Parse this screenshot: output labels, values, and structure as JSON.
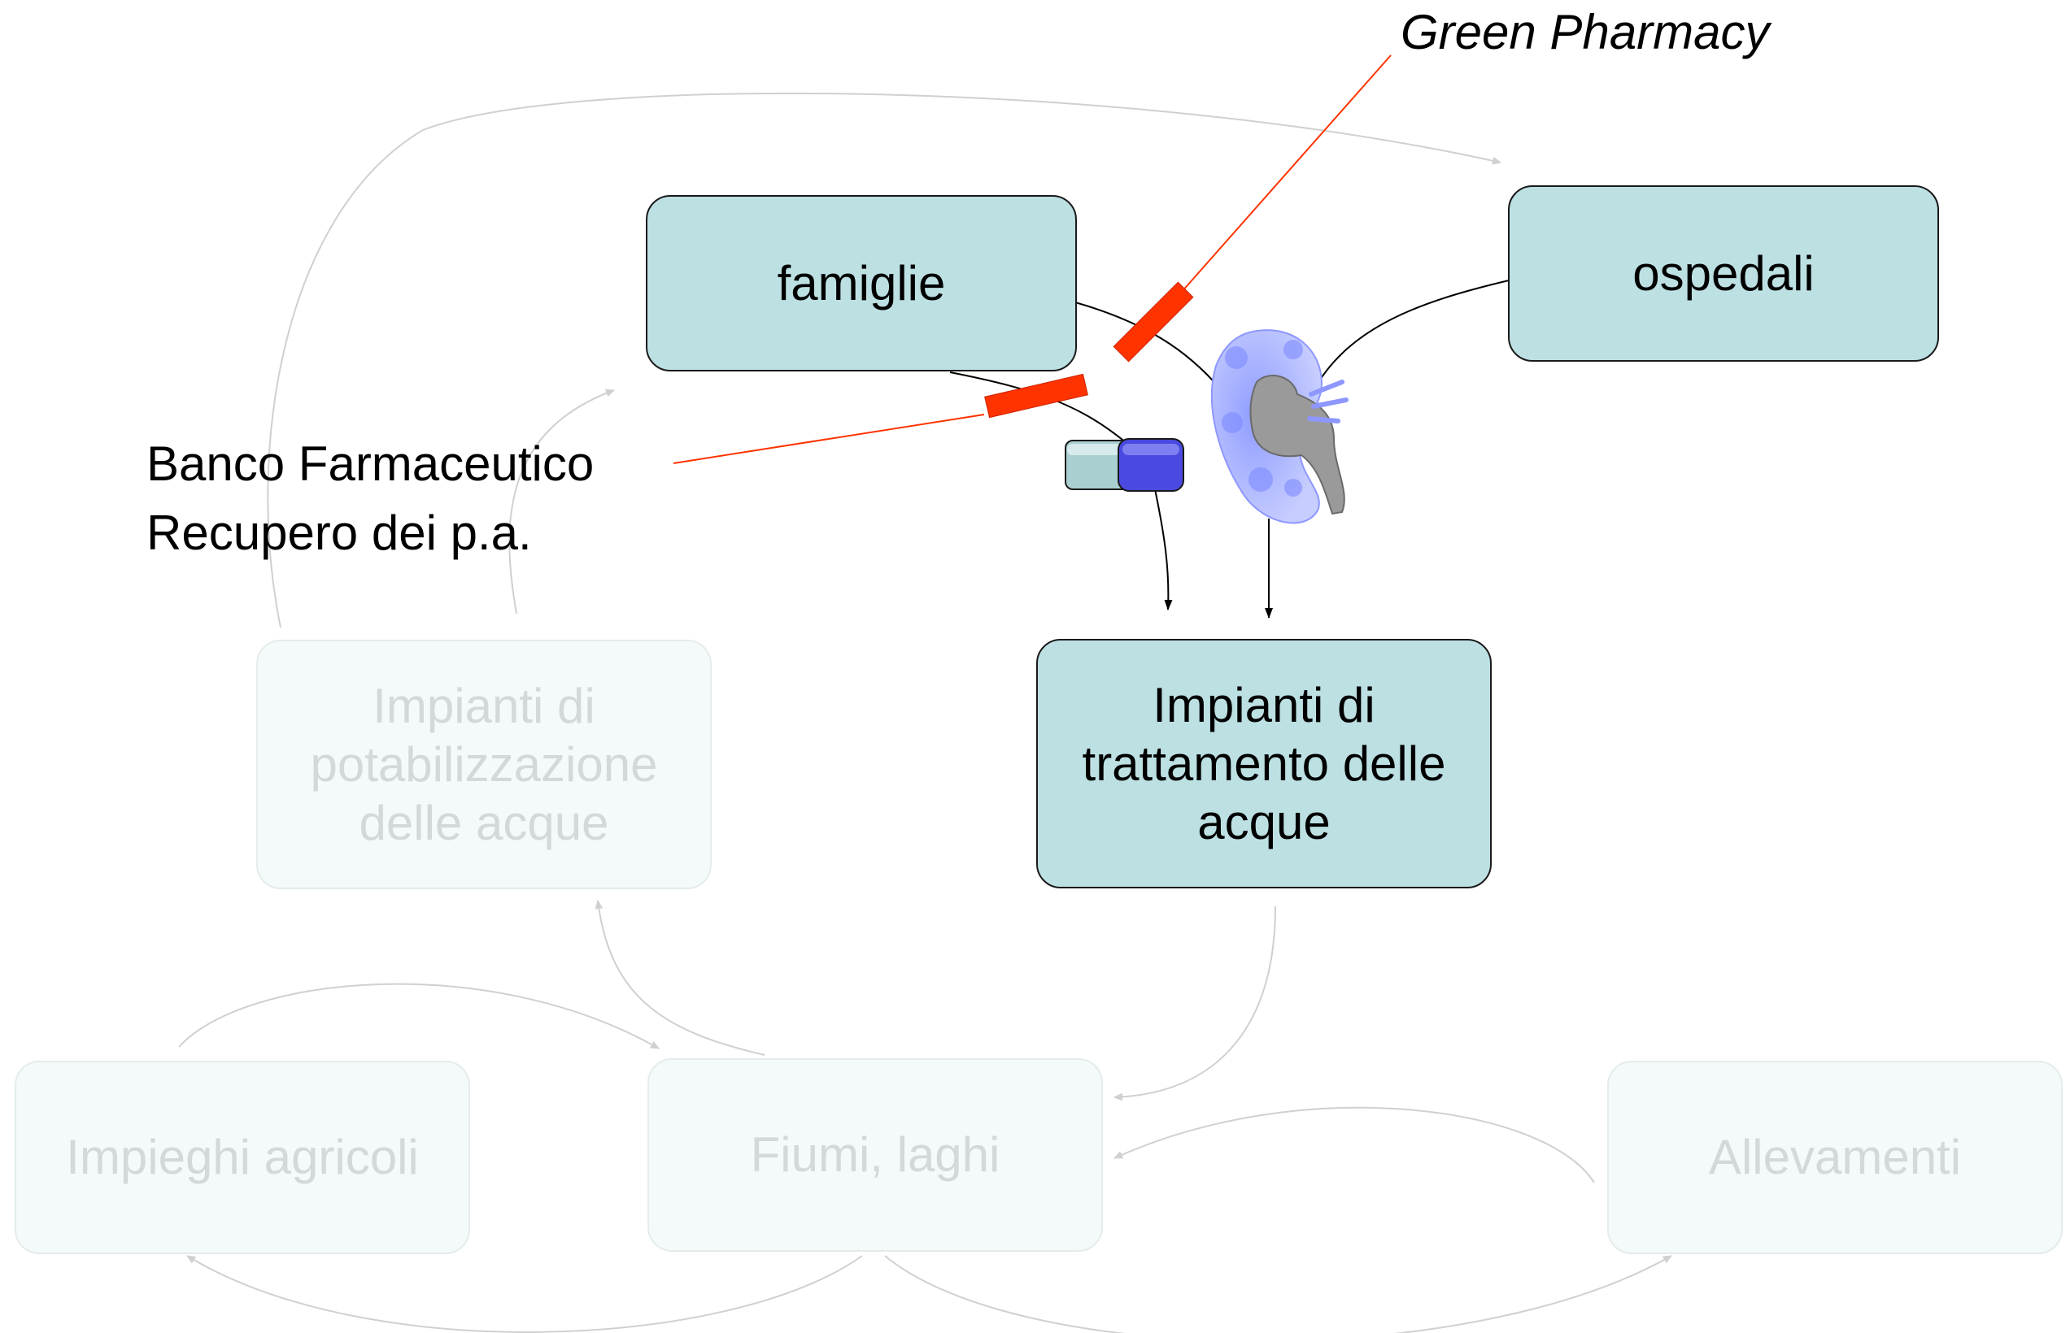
{
  "labels": {
    "green_pharmacy": "Green Pharmacy",
    "banco_line1": "Banco Farmaceutico",
    "banco_line2": "Recupero dei p.a."
  },
  "nodes": {
    "famiglie": "famiglie",
    "ospedali": "ospedali",
    "impianti_trattamento": "Impianti di trattamento delle acque",
    "impianti_potabilizzazione": "Impianti di potabilizzazione delle acque",
    "impieghi_agricoli": "Impieghi agricoli",
    "fiumi_laghi": "Fiumi, laghi",
    "allevamenti": "Allevamenti"
  },
  "colors": {
    "active_fill": "#bde0e3",
    "faded_fill": "#f4f9f9",
    "faded_text": "#d3d8d8",
    "barrier_red": "#ff3300",
    "kidney_blue": "#9aa6ff",
    "pill_blue": "#4a4ae0",
    "pill_teal": "#a9cfd0"
  },
  "icons": [
    "kidney-icon",
    "pill-icon"
  ]
}
